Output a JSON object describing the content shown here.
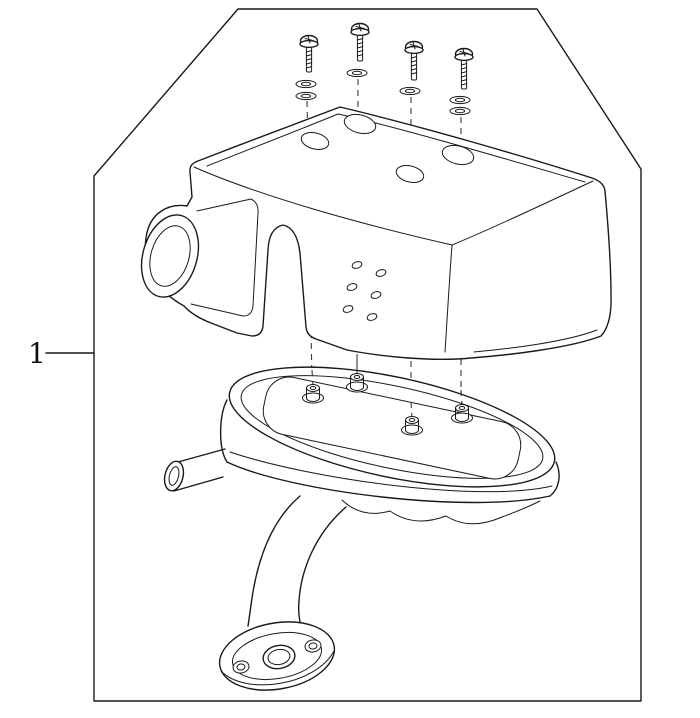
{
  "colors": {
    "background": "#ffffff",
    "line": "#1a1a1a",
    "guide_line": "#3a3a3a"
  },
  "callout": {
    "label": "1"
  },
  "parts": {
    "fasteners": {
      "screws": 4,
      "washers": 6
    },
    "components": [
      "heat-shield-cover",
      "muffler-body",
      "mounting-posts",
      "exhaust-downpipe",
      "outlet-flange"
    ]
  }
}
